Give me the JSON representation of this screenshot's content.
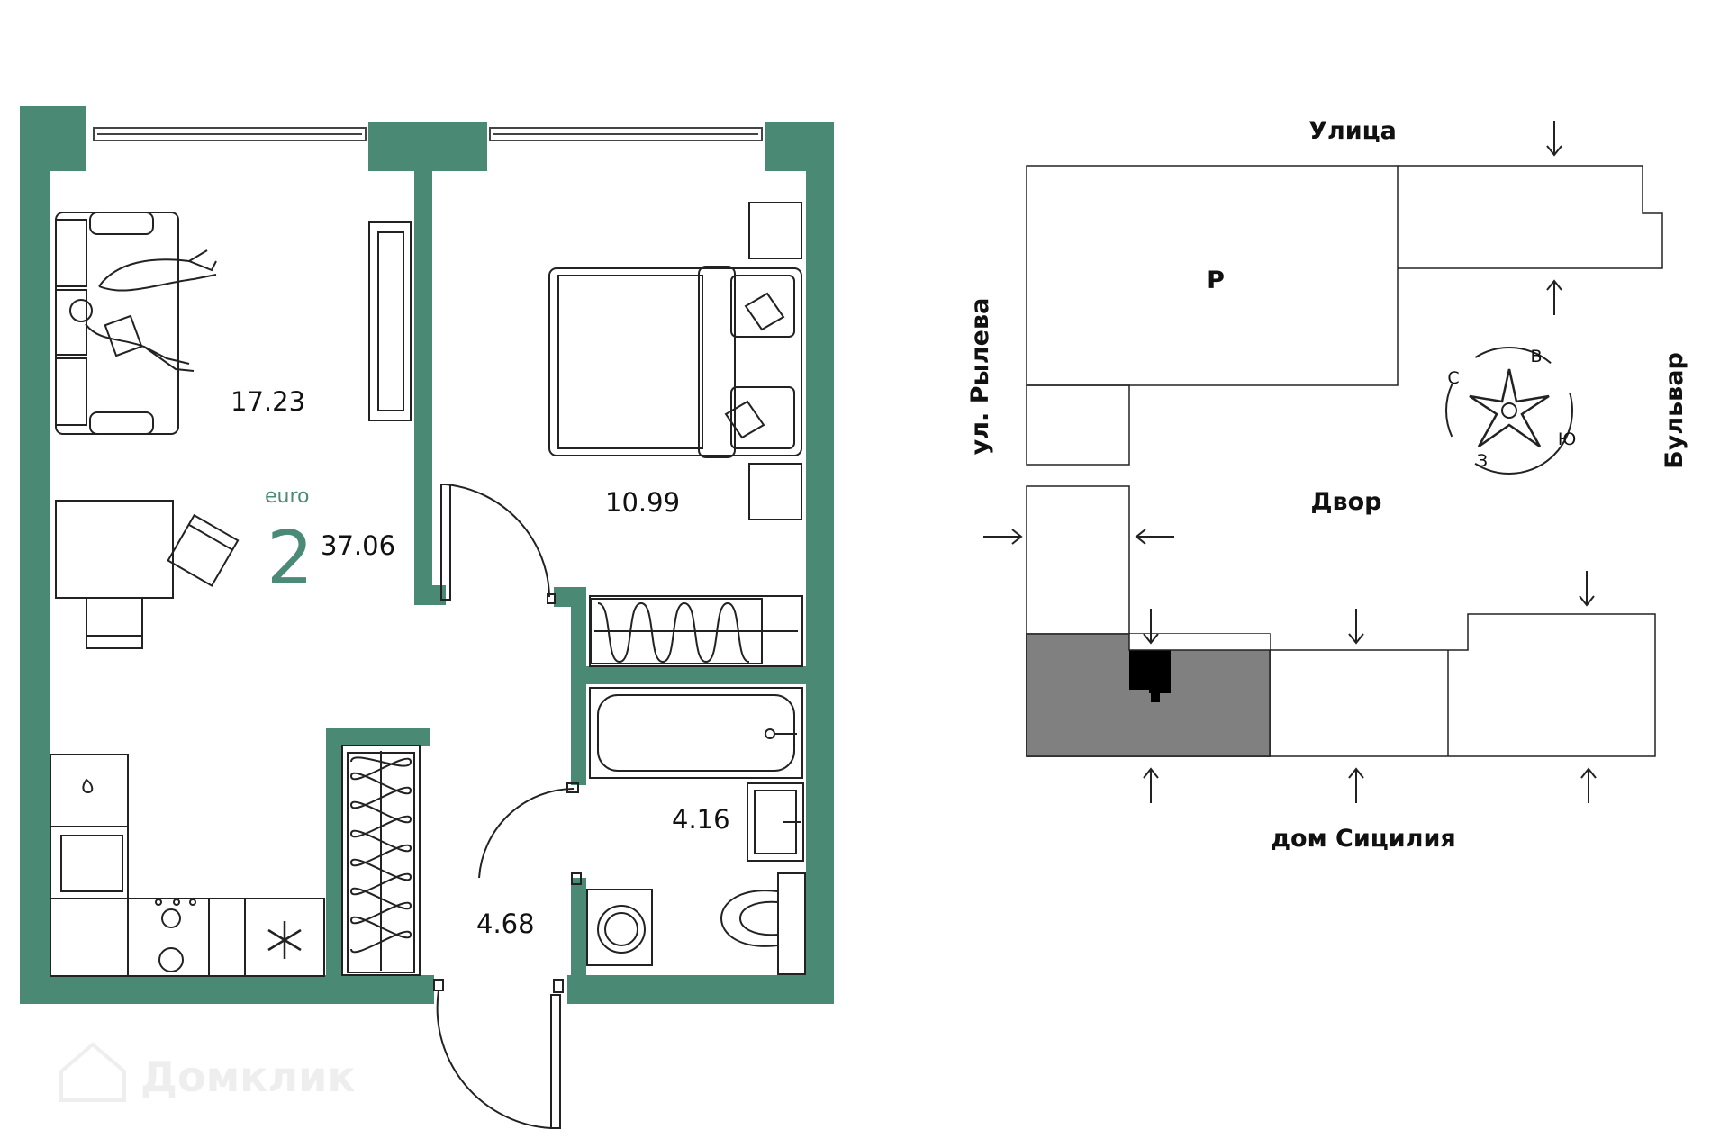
{
  "plan": {
    "rooms": {
      "living_area": "17.23",
      "bedroom_area": "10.99",
      "bathroom_area": "4.16",
      "hall_area": "4.68"
    },
    "summary": {
      "type_label": "euro",
      "rooms_count": "2",
      "total_area": "37.06"
    },
    "wall_color": "#4a8a74"
  },
  "site": {
    "street_top": "Улица",
    "street_left": "ул. Рылева",
    "street_right": "Бульвар",
    "yard": "Двор",
    "building_bottom": "дом Сицилия",
    "parking_mark": "P",
    "compass": {
      "n": "С",
      "e": "В",
      "s": "Ю",
      "w": "З"
    },
    "highlight_color": "#808080"
  },
  "watermark": {
    "text": "Домклик"
  }
}
